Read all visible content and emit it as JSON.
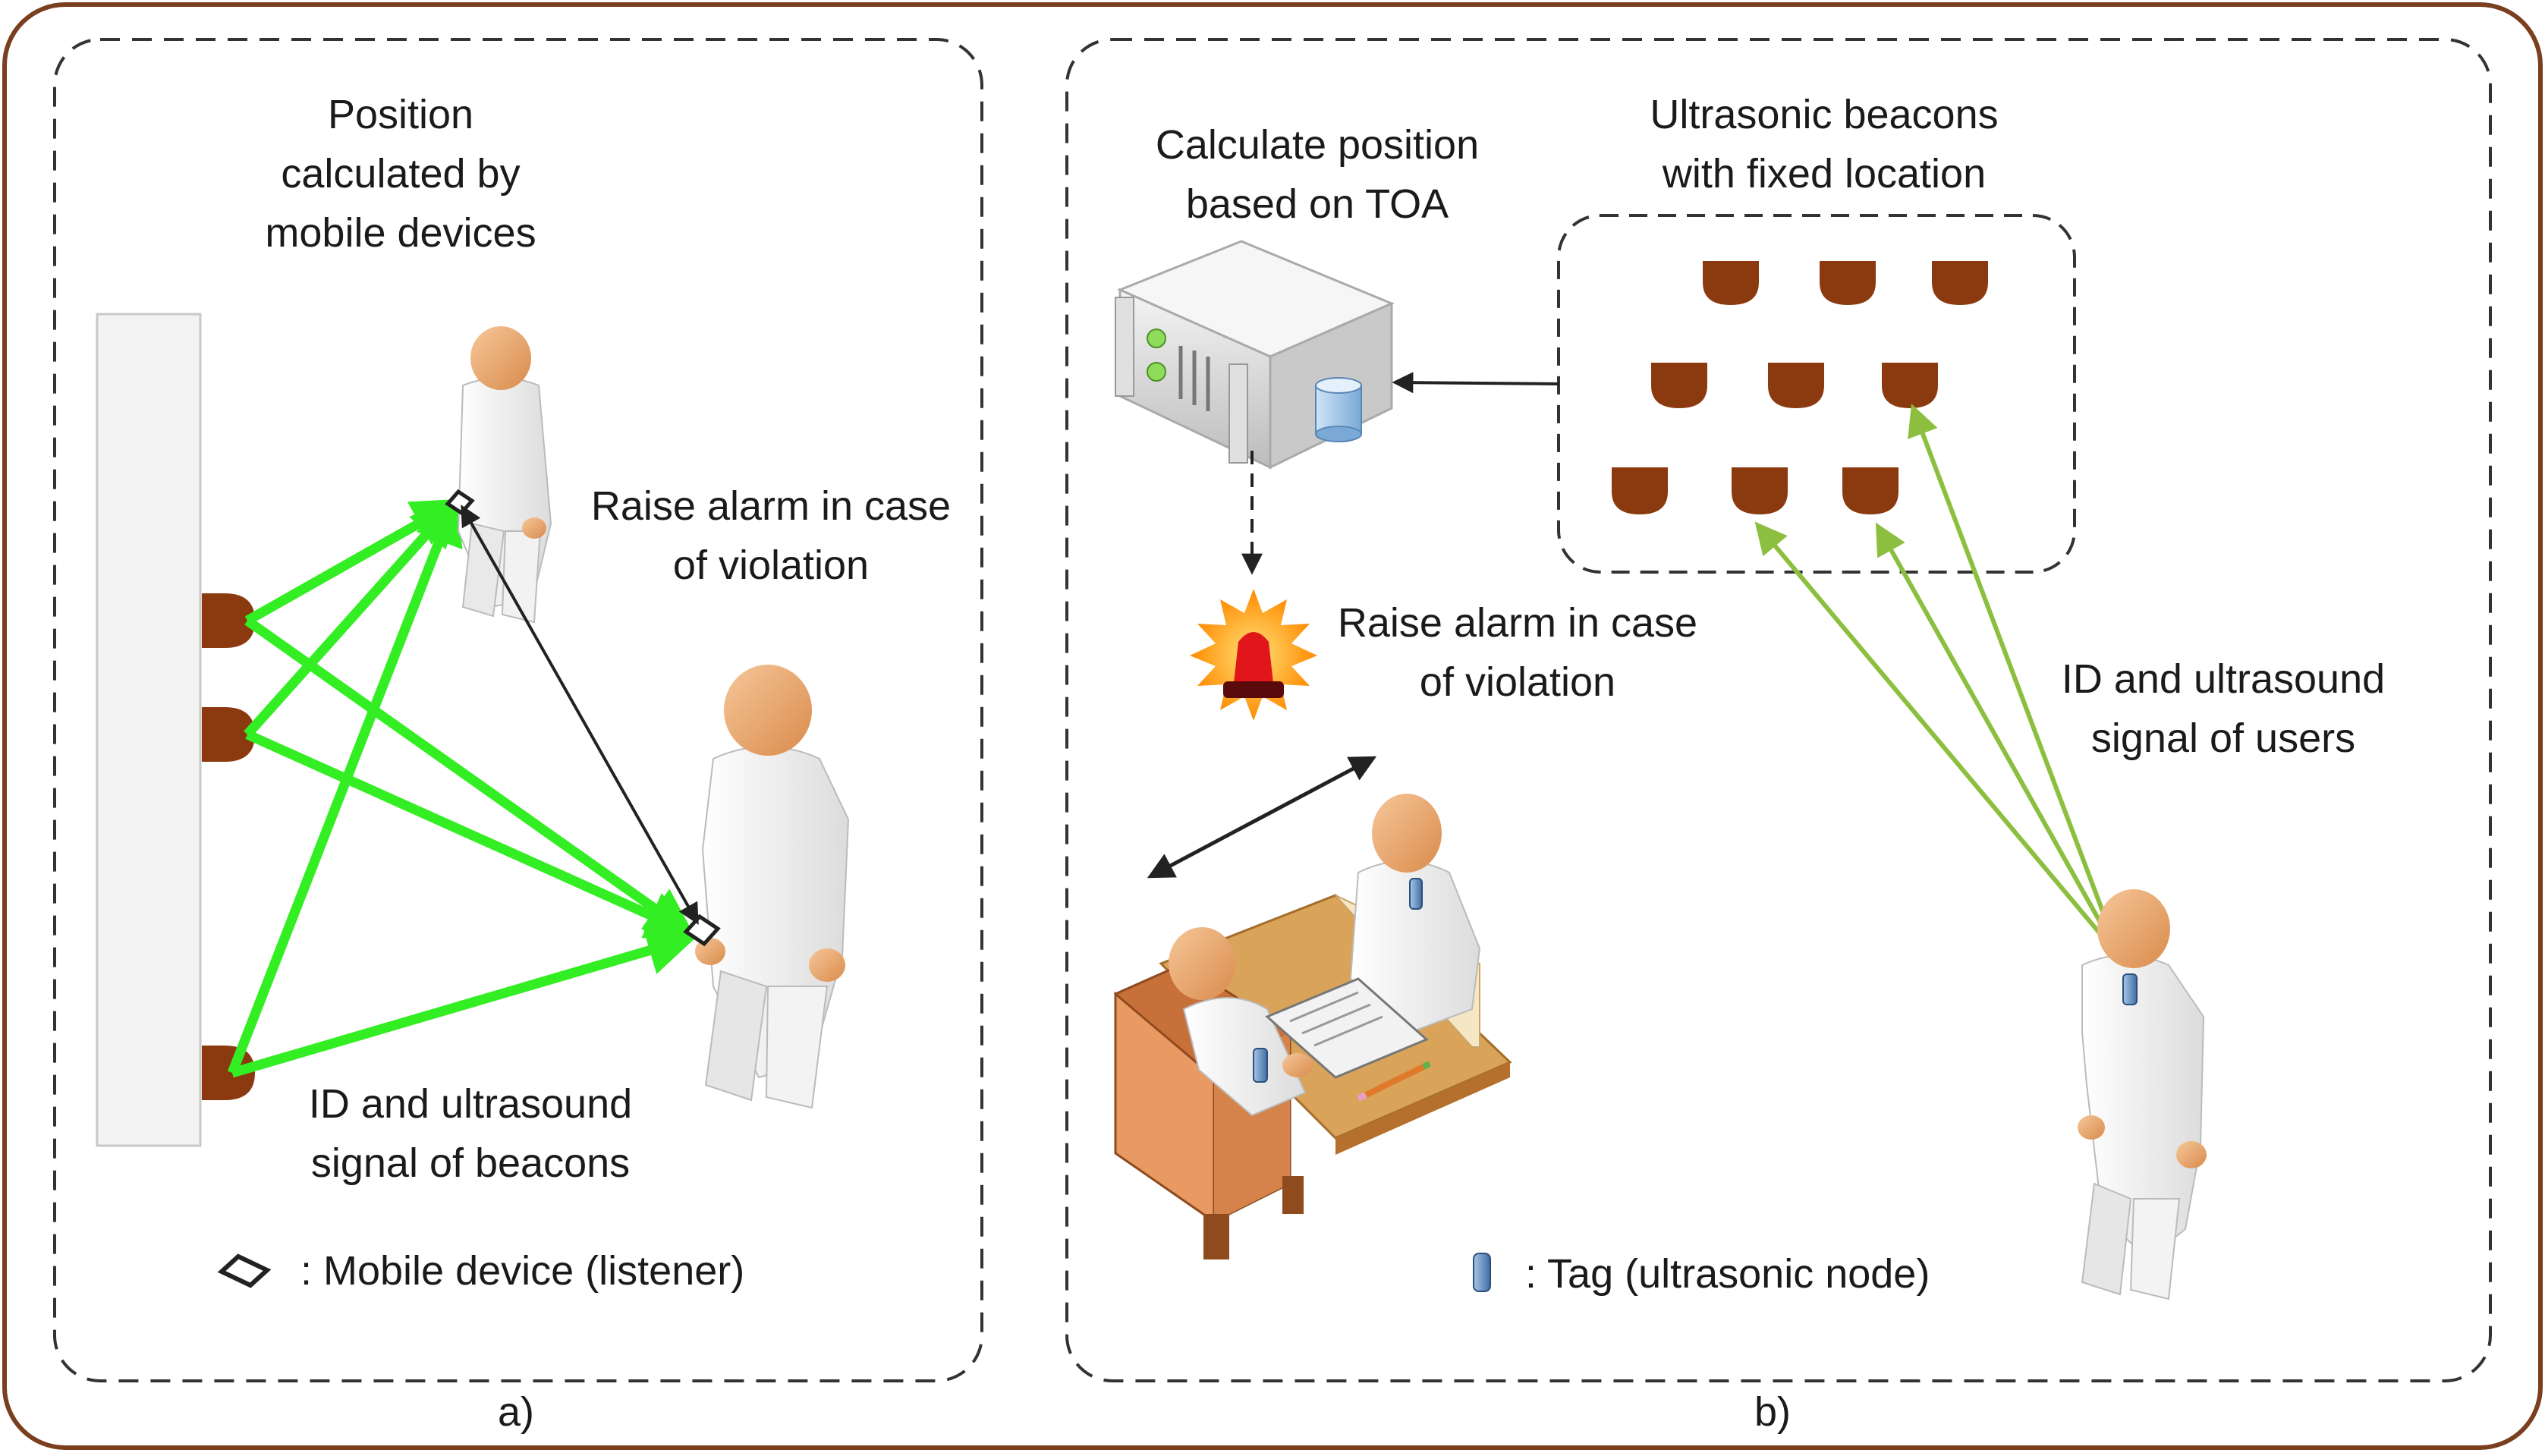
{
  "panel_a": {
    "caption": "a)",
    "title_lines": [
      "Position",
      "calculated by",
      "mobile devices"
    ],
    "alarm_lines": [
      "Raise alarm in case",
      "of violation"
    ],
    "signal_lines": [
      "ID and ultrasound",
      "signal of beacons"
    ],
    "legend_text": ": Mobile device (listener)"
  },
  "panel_b": {
    "caption": "b)",
    "server_lines": [
      "Calculate position",
      "based on TOA"
    ],
    "beacons_lines": [
      "Ultrasonic beacons",
      "with fixed location"
    ],
    "alarm_lines": [
      "Raise alarm in case",
      "of violation"
    ],
    "signal_lines": [
      "ID and ultrasound",
      "signal of users"
    ],
    "legend_text": ": Tag (ultrasonic node)"
  },
  "colors": {
    "frame": "#7a3f1e",
    "beacon": "#8b3a10",
    "signal_green": "#33ee22",
    "signal_olive": "#8cbf3f",
    "arrow": "#222222",
    "dashed_border": "#333333"
  }
}
